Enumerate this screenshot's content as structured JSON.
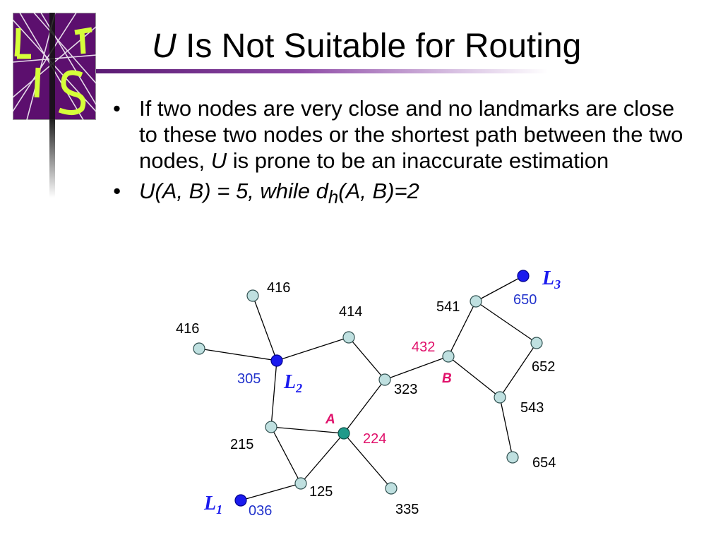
{
  "slide": {
    "title_var": "U",
    "title_rest": " Is Not Suitable for Routing",
    "bullets": [
      {
        "text_a": "If two nodes are very close and no landmarks are close to these two nodes or the shortest path between the two nodes, ",
        "text_var": "U",
        "text_b": " is prone to be an inaccurate estimation"
      },
      {
        "text_a": "U(A, B) = 5, while d",
        "sub": "h",
        "text_b": "(A, B)=2"
      }
    ]
  },
  "graph": {
    "node_labels": {
      "n416top": "416",
      "n416left": "416",
      "n414": "414",
      "n305": "305",
      "n323": "323",
      "n215": "215",
      "n224": "224",
      "n125": "125",
      "n036": "036",
      "n335": "335",
      "n432": "432",
      "n541": "541",
      "n650": "650",
      "n652": "652",
      "n543": "543",
      "n654": "654"
    },
    "markers": {
      "A": "A",
      "B": "B",
      "L1": "L",
      "L1_sub": "1",
      "L2": "L",
      "L2_sub": "2",
      "L3": "L",
      "L3_sub": "3"
    },
    "colors": {
      "landmark": "#1a1aee",
      "highlight": "#e0106a",
      "node": "#bfe0e0",
      "node_a": "#1f9a8a"
    }
  }
}
